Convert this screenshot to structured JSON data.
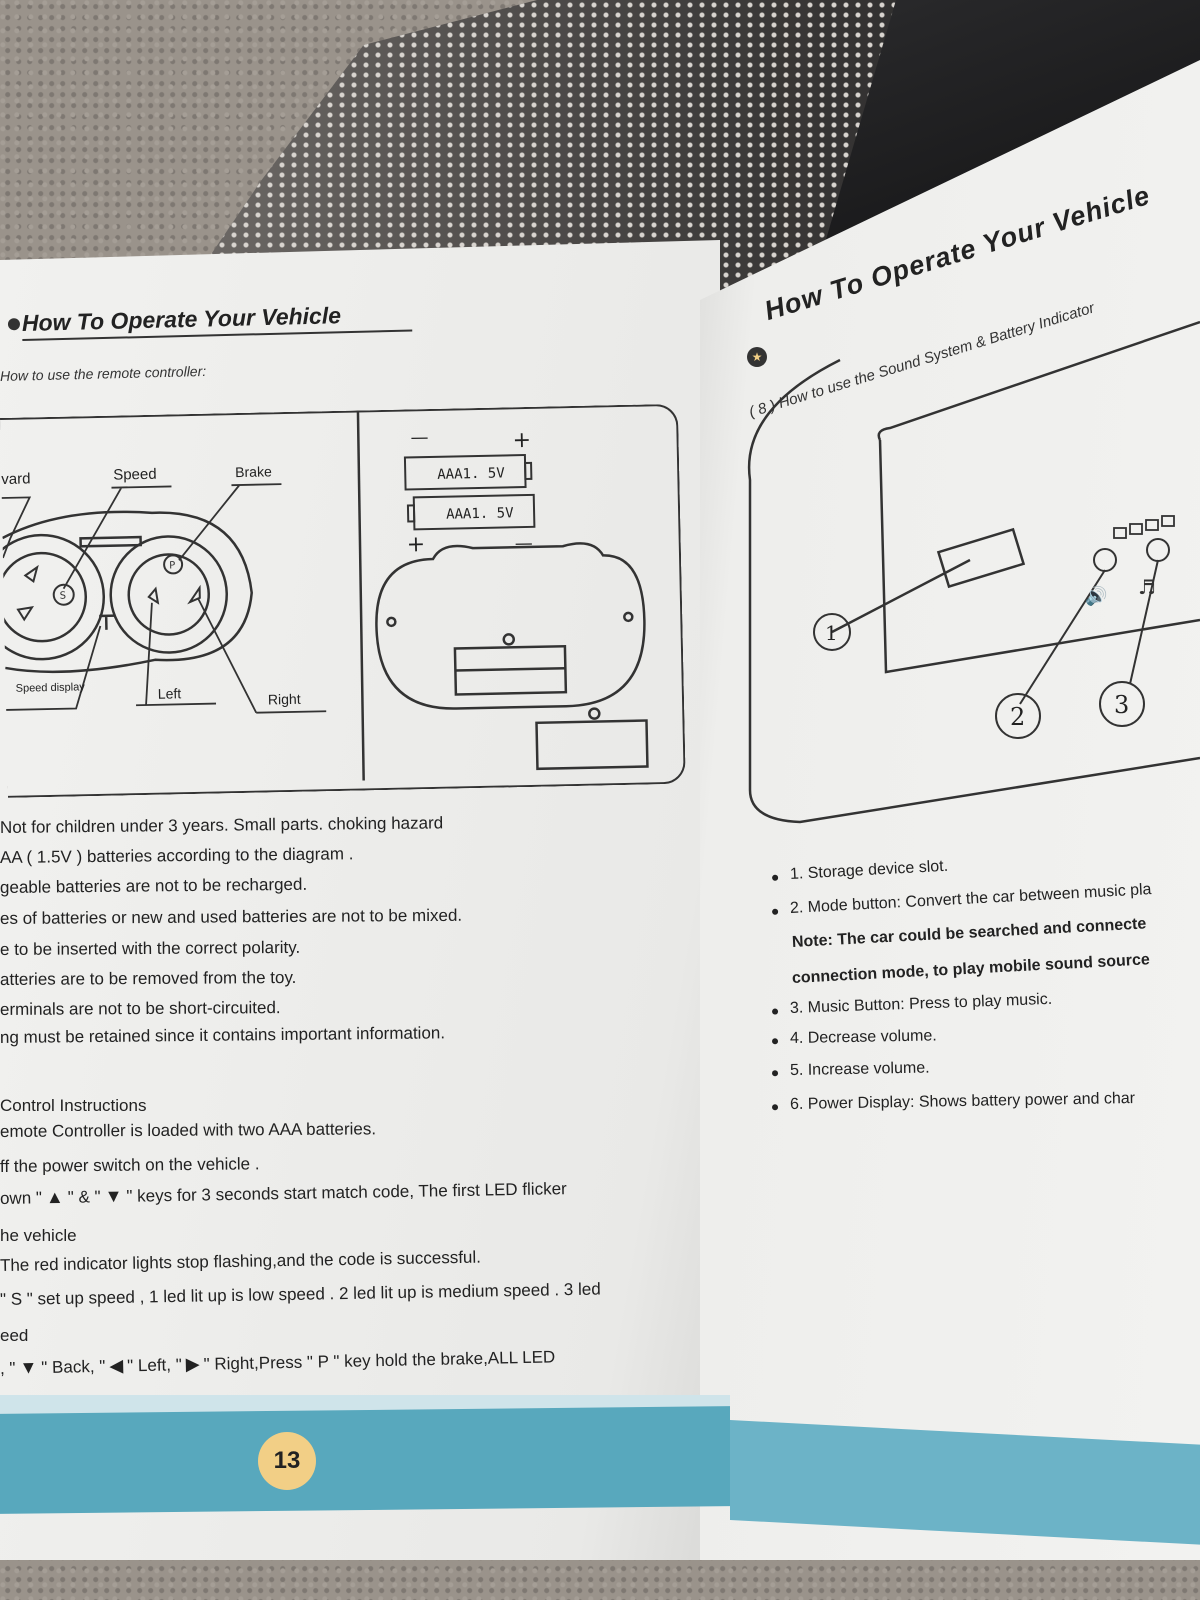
{
  "left_page": {
    "heading": "How To Operate Your Vehicle",
    "subheading": "How to use the remote controller:",
    "diagram": {
      "labels": {
        "forward": "vard",
        "speed": "Speed",
        "brake": "Brake",
        "speed_display": "Speed display",
        "left": "Left",
        "right": "Right",
        "battery_1": "AAA1. 5V",
        "battery_2": "AAA1. 5V",
        "minus": "—",
        "plus": "+",
        "key_s": "S",
        "key_p": "P"
      }
    },
    "warnings": [
      "Not for children under 3 years. Small parts. choking hazard",
      "AA ( 1.5V ) batteries according to the diagram .",
      "geable batteries are not to be recharged.",
      "es of batteries or new and used batteries are not to be mixed.",
      "e to be inserted with the correct polarity.",
      "atteries are to be removed from the toy.",
      "erminals are not to be short-circuited.",
      "ng must be retained since it contains important information."
    ],
    "control_title": "Control Instructions",
    "instructions": {
      "l1": "emote Controller is loaded with two AAA batteries.",
      "l2": "ff the power switch on the vehicle .",
      "l3a": "own \"",
      "l3b": "\" & \"",
      "l3c": "\" keys for 3 seconds start match code, The first LED flicker",
      "l4": "he vehicle",
      "l5": "The red indicator lights stop flashing,and the code is successful.",
      "l6": "\" S \" set up speed , 1 led lit up is low speed . 2 led lit up is medium speed . 3 led",
      "l7": "eed",
      "l8a": ", \"",
      "l8b": "\" Back, \"",
      "l8c": "\" Left, \"",
      "l8d": "\" Right,Press \" P \" key hold the brake,ALL LED"
    },
    "page_number": "13"
  },
  "right_page": {
    "heading": "How To Operate Your Vehicle",
    "subheading": "( 8 ) How to use the Sound System & Battery Indicator",
    "callouts": [
      "1",
      "2",
      "3"
    ],
    "bullets": [
      "1. Storage device slot.",
      "2. Mode button: Convert the car between music pla",
      "3. Music Button: Press to play music.",
      "4. Decrease volume.",
      "5. Increase volume.",
      "6. Power Display: Shows battery power and char"
    ],
    "note": [
      "Note: The car could be searched and connecte",
      "connection mode, to play mobile sound source"
    ]
  },
  "icons": {
    "up_arrow": "black-up-triangle-icon",
    "down_arrow": "black-down-triangle-icon",
    "left_arrow": "black-left-triangle-icon",
    "right_arrow": "black-right-triangle-icon",
    "speaker": "speaker-icon",
    "music_note": "music-note-icon"
  },
  "colors": {
    "band_blue": "#58a8bd",
    "page_badge": "#f2cf86"
  }
}
